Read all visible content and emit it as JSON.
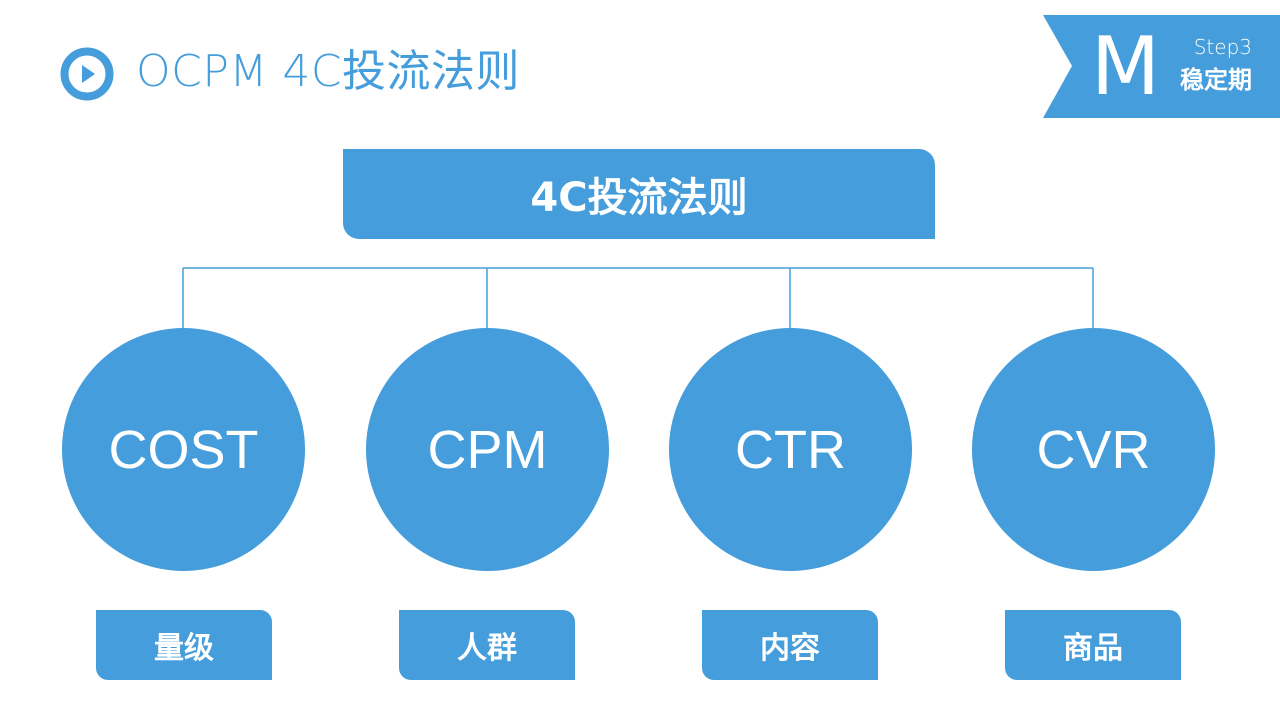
{
  "header": {
    "icon": "play-circle-icon",
    "title": "OCPM 4C投流法则"
  },
  "banner": {
    "letter": "M",
    "step": "Step3",
    "phase": "稳定期"
  },
  "diagram": {
    "root": "4C投流法则",
    "nodes": [
      {
        "label": "COST",
        "tag": "量级"
      },
      {
        "label": "CPM",
        "tag": "人群"
      },
      {
        "label": "CTR",
        "tag": "内容"
      },
      {
        "label": "CVR",
        "tag": "商品"
      }
    ]
  },
  "colors": {
    "accent": "#459ddb",
    "text_on_accent": "#ffffff",
    "background": "#ffffff"
  }
}
